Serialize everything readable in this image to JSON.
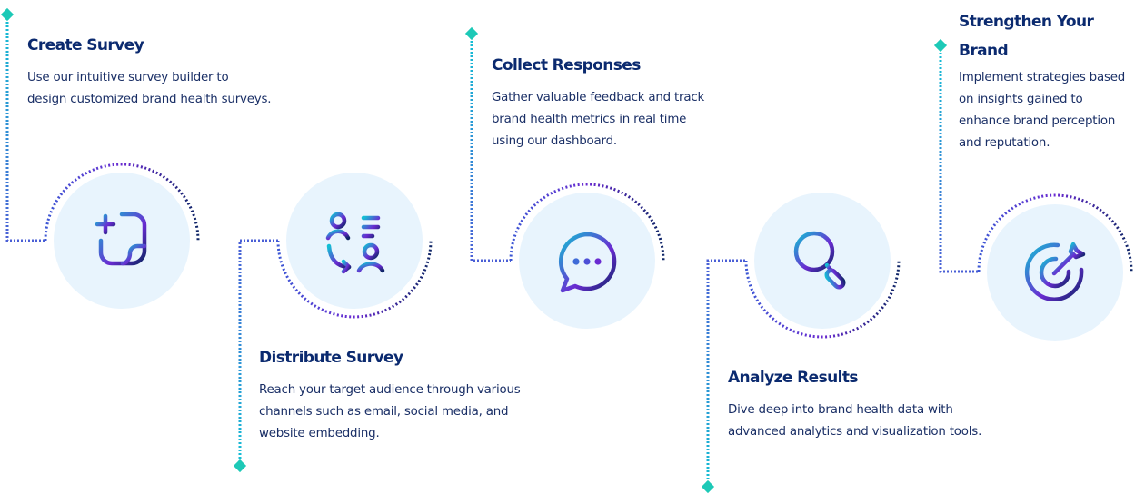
{
  "steps": [
    {
      "title": "Create Survey",
      "description_lines": [
        "Use our intuitive survey builder to",
        "design customized brand health surveys."
      ],
      "icon": "note-add-icon"
    },
    {
      "title": "Distribute Survey",
      "description_lines": [
        "Reach your target audience through various",
        "channels such as email, social media, and",
        "website embedding."
      ],
      "icon": "user-share-icon"
    },
    {
      "title": "Collect Responses",
      "description_lines": [
        "Gather valuable feedback and track",
        "brand health metrics in real time",
        "using our dashboard."
      ],
      "icon": "chat-bubble-icon"
    },
    {
      "title": "Analyze Results",
      "description_lines": [
        "Dive deep into brand health data with",
        "advanced analytics and visualization tools."
      ],
      "icon": "magnifier-icon"
    },
    {
      "title_lines": [
        "Strengthen Your",
        "Brand"
      ],
      "description_lines": [
        "Implement strategies based",
        "on insights gained to",
        "enhance brand perception",
        "and reputation."
      ],
      "icon": "target-icon"
    }
  ],
  "colors": {
    "title": "#0b2a6f",
    "text": "#1a2f66",
    "circle_bg": "#e8f4fd",
    "diamond": "#1dc9b7",
    "gradient_start": "#13c0d4",
    "gradient_mid": "#6a2bd1",
    "gradient_end": "#0e2566"
  }
}
